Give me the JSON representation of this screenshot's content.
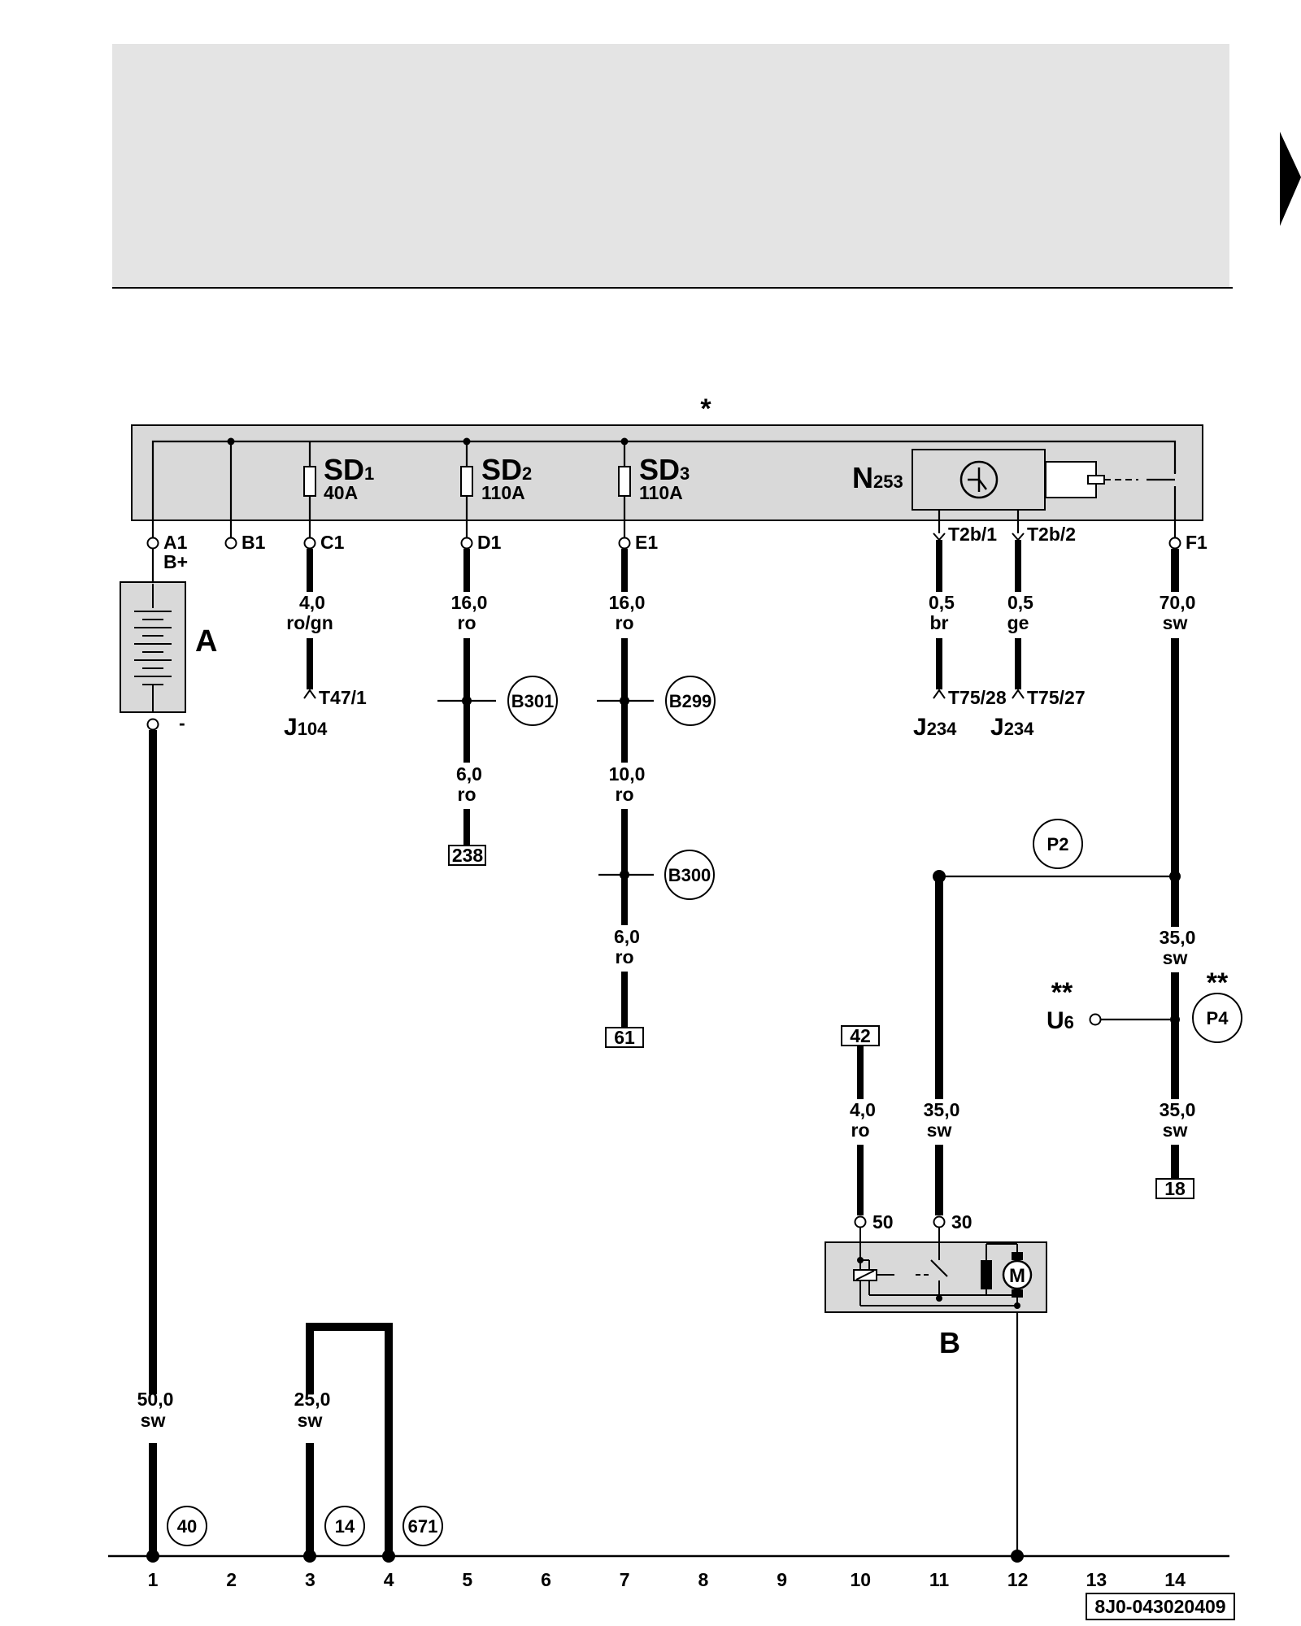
{
  "header": {
    "has_panel": true
  },
  "nav_arrow_icon": "triangle-right-icon",
  "unit_label": "*",
  "fuses": [
    {
      "name": "SD",
      "sub": "1",
      "rating": "40A"
    },
    {
      "name": "SD",
      "sub": "2",
      "rating": "110A"
    },
    {
      "name": "SD",
      "sub": "3",
      "rating": "110A"
    }
  ],
  "relay": {
    "name": "N",
    "sub": "253"
  },
  "terminals": {
    "a1": "A1",
    "b_plus": "B+",
    "b1": "B1",
    "c1": "C1",
    "d1": "D1",
    "e1": "E1",
    "t2b1": "T2b/1",
    "t2b2": "T2b/2",
    "f1": "F1",
    "minus": "-"
  },
  "battery": {
    "label": "A"
  },
  "starter": {
    "label": "B",
    "term_50": "50",
    "term_30": "30",
    "motor_symbol": "M"
  },
  "wires": {
    "c1": {
      "size": "4,0",
      "color": "ro/gn"
    },
    "d1_top": {
      "size": "16,0",
      "color": "ro"
    },
    "d1_bottom": {
      "size": "6,0",
      "color": "ro"
    },
    "e1_top": {
      "size": "16,0",
      "color": "ro"
    },
    "e1_mid": {
      "size": "10,0",
      "color": "ro"
    },
    "e1_bottom": {
      "size": "6,0",
      "color": "ro"
    },
    "t2b1": {
      "size": "0,5",
      "color": "br"
    },
    "t2b2": {
      "size": "0,5",
      "color": "ge"
    },
    "f1_top": {
      "size": "70,0",
      "color": "sw"
    },
    "f1_mid": {
      "size": "35,0",
      "color": "sw"
    },
    "f1_bottom": {
      "size": "35,0",
      "color": "sw"
    },
    "starter_50": {
      "size": "4,0",
      "color": "ro"
    },
    "starter_30": {
      "size": "35,0",
      "color": "sw"
    },
    "battery_ground": {
      "size": "50,0",
      "color": "sw"
    },
    "ground_strap": {
      "size": "25,0",
      "color": "sw"
    }
  },
  "connectors": {
    "t47_1": "T47/1",
    "j104": {
      "name": "J",
      "sub": "104"
    },
    "t75_28": "T75/28",
    "t75_27": "T75/27",
    "j234_a": {
      "name": "J",
      "sub": "234"
    },
    "j234_b": {
      "name": "J",
      "sub": "234"
    },
    "u6": {
      "name": "U",
      "sub": "6"
    },
    "double_star_a": "**",
    "double_star_b": "**"
  },
  "circles": {
    "b301": "B301",
    "b299": "B299",
    "b300": "B300",
    "p2": "P2",
    "p4": "P4",
    "g40": "40",
    "g14": "14",
    "g671": "671"
  },
  "refs": {
    "r238": "238",
    "r61": "61",
    "r42": "42",
    "r18": "18"
  },
  "ruler": [
    "1",
    "2",
    "3",
    "4",
    "5",
    "6",
    "7",
    "8",
    "9",
    "10",
    "11",
    "12",
    "13",
    "14"
  ],
  "diagram_id": "8J0-043020409"
}
